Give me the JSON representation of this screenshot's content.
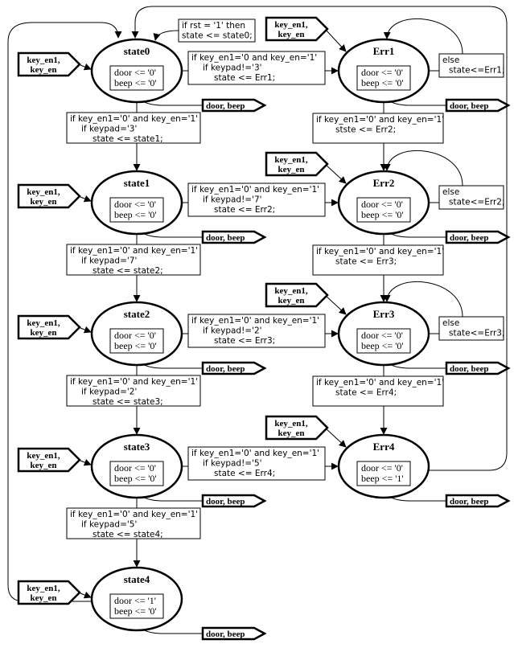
{
  "states_left": [
    {
      "name": "state0",
      "lines": [
        "door <= '0'",
        "beep <= '0'"
      ]
    },
    {
      "name": "state1",
      "lines": [
        "door <= '0'",
        "beep <= '0'"
      ]
    },
    {
      "name": "state2",
      "lines": [
        "door <= '0'",
        "beep <= '0'"
      ]
    },
    {
      "name": "state3",
      "lines": [
        "door <= '0'",
        "beep <= '0'"
      ]
    },
    {
      "name": "state4",
      "lines": [
        "door <= '1'",
        "beep <= '0'"
      ]
    }
  ],
  "states_right": [
    {
      "name": "Err1",
      "lines": [
        "door <= '0'",
        "beep <= '0'"
      ]
    },
    {
      "name": "Err2",
      "lines": [
        "door <= '0'",
        "beep <= '0'"
      ]
    },
    {
      "name": "Err3",
      "lines": [
        "door <= '0'",
        "beep <= '0'"
      ]
    },
    {
      "name": "Err4",
      "lines": [
        "door <= '0'",
        "beep <= '1'"
      ]
    }
  ],
  "down_left": [
    [
      "if key_en1='0' and key_en='1'",
      "if keypad='3'",
      "state <= state1;"
    ],
    [
      "if key_en1='0' and key_en='1'",
      "if keypad='7'",
      "state <= state2;"
    ],
    [
      "if key_en1='0' and key_en='1'",
      "if keypad='2'",
      "state <= state3;"
    ],
    [
      "if key_en1='0' and key_en='1'",
      "if keypad='5'",
      "state <= state4;"
    ]
  ],
  "across": [
    [
      "if key_en1='0 and key_en='1'",
      "if keypad!='3'",
      "state <= Err1;"
    ],
    [
      "if key_en1='0' and key_en='1'",
      "if keypad!='7'",
      "state <= Err2;"
    ],
    [
      "if key_en1='0' and key_en='1'",
      "if keypad!='2'",
      "state <= Err3;"
    ],
    [
      "if key_en1='0' and key_en='1'",
      "if keypad!='5'",
      "state <= Err4;"
    ]
  ],
  "down_right": [
    [
      "if key_en1='0' and key_en='1'",
      "stste <= Err2;"
    ],
    [
      "if key_en1='0' and key_en='1'",
      "state <= Err3;"
    ],
    [
      "if key_en1='0' and key_en='1'",
      "state <= Err4;"
    ]
  ],
  "else_boxes": [
    [
      "else",
      "state<=Err1;"
    ],
    [
      "else",
      "state<=Err2;"
    ],
    [
      "else",
      "state<=Err3;"
    ]
  ],
  "reset": [
    "if rst = '1' then",
    "state <= state0;"
  ],
  "input_port": [
    "key_en1,",
    "key_en"
  ],
  "output_port": "door, beep"
}
